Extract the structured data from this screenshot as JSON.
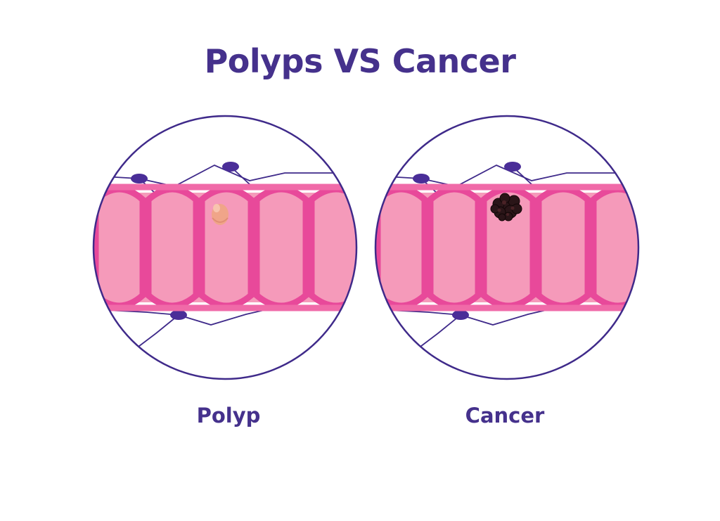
{
  "title": "Polyps VS Cancer",
  "panels": [
    {
      "label": "Polyp",
      "growth": "polyp"
    },
    {
      "label": "Cancer",
      "growth": "cancer"
    }
  ],
  "colors": {
    "text": "#45318c",
    "outline": "#3f2a8a",
    "node": "#4a2e98",
    "tissue_fill": "#f59aba",
    "tissue_wall": "#e8499a",
    "tissue_wall_light": "#f06aa8",
    "polyp": "#f0a589",
    "polyp_highlight": "#f8c4ae",
    "tumor": "#2a1518",
    "tumor_light": "#4a2226"
  }
}
